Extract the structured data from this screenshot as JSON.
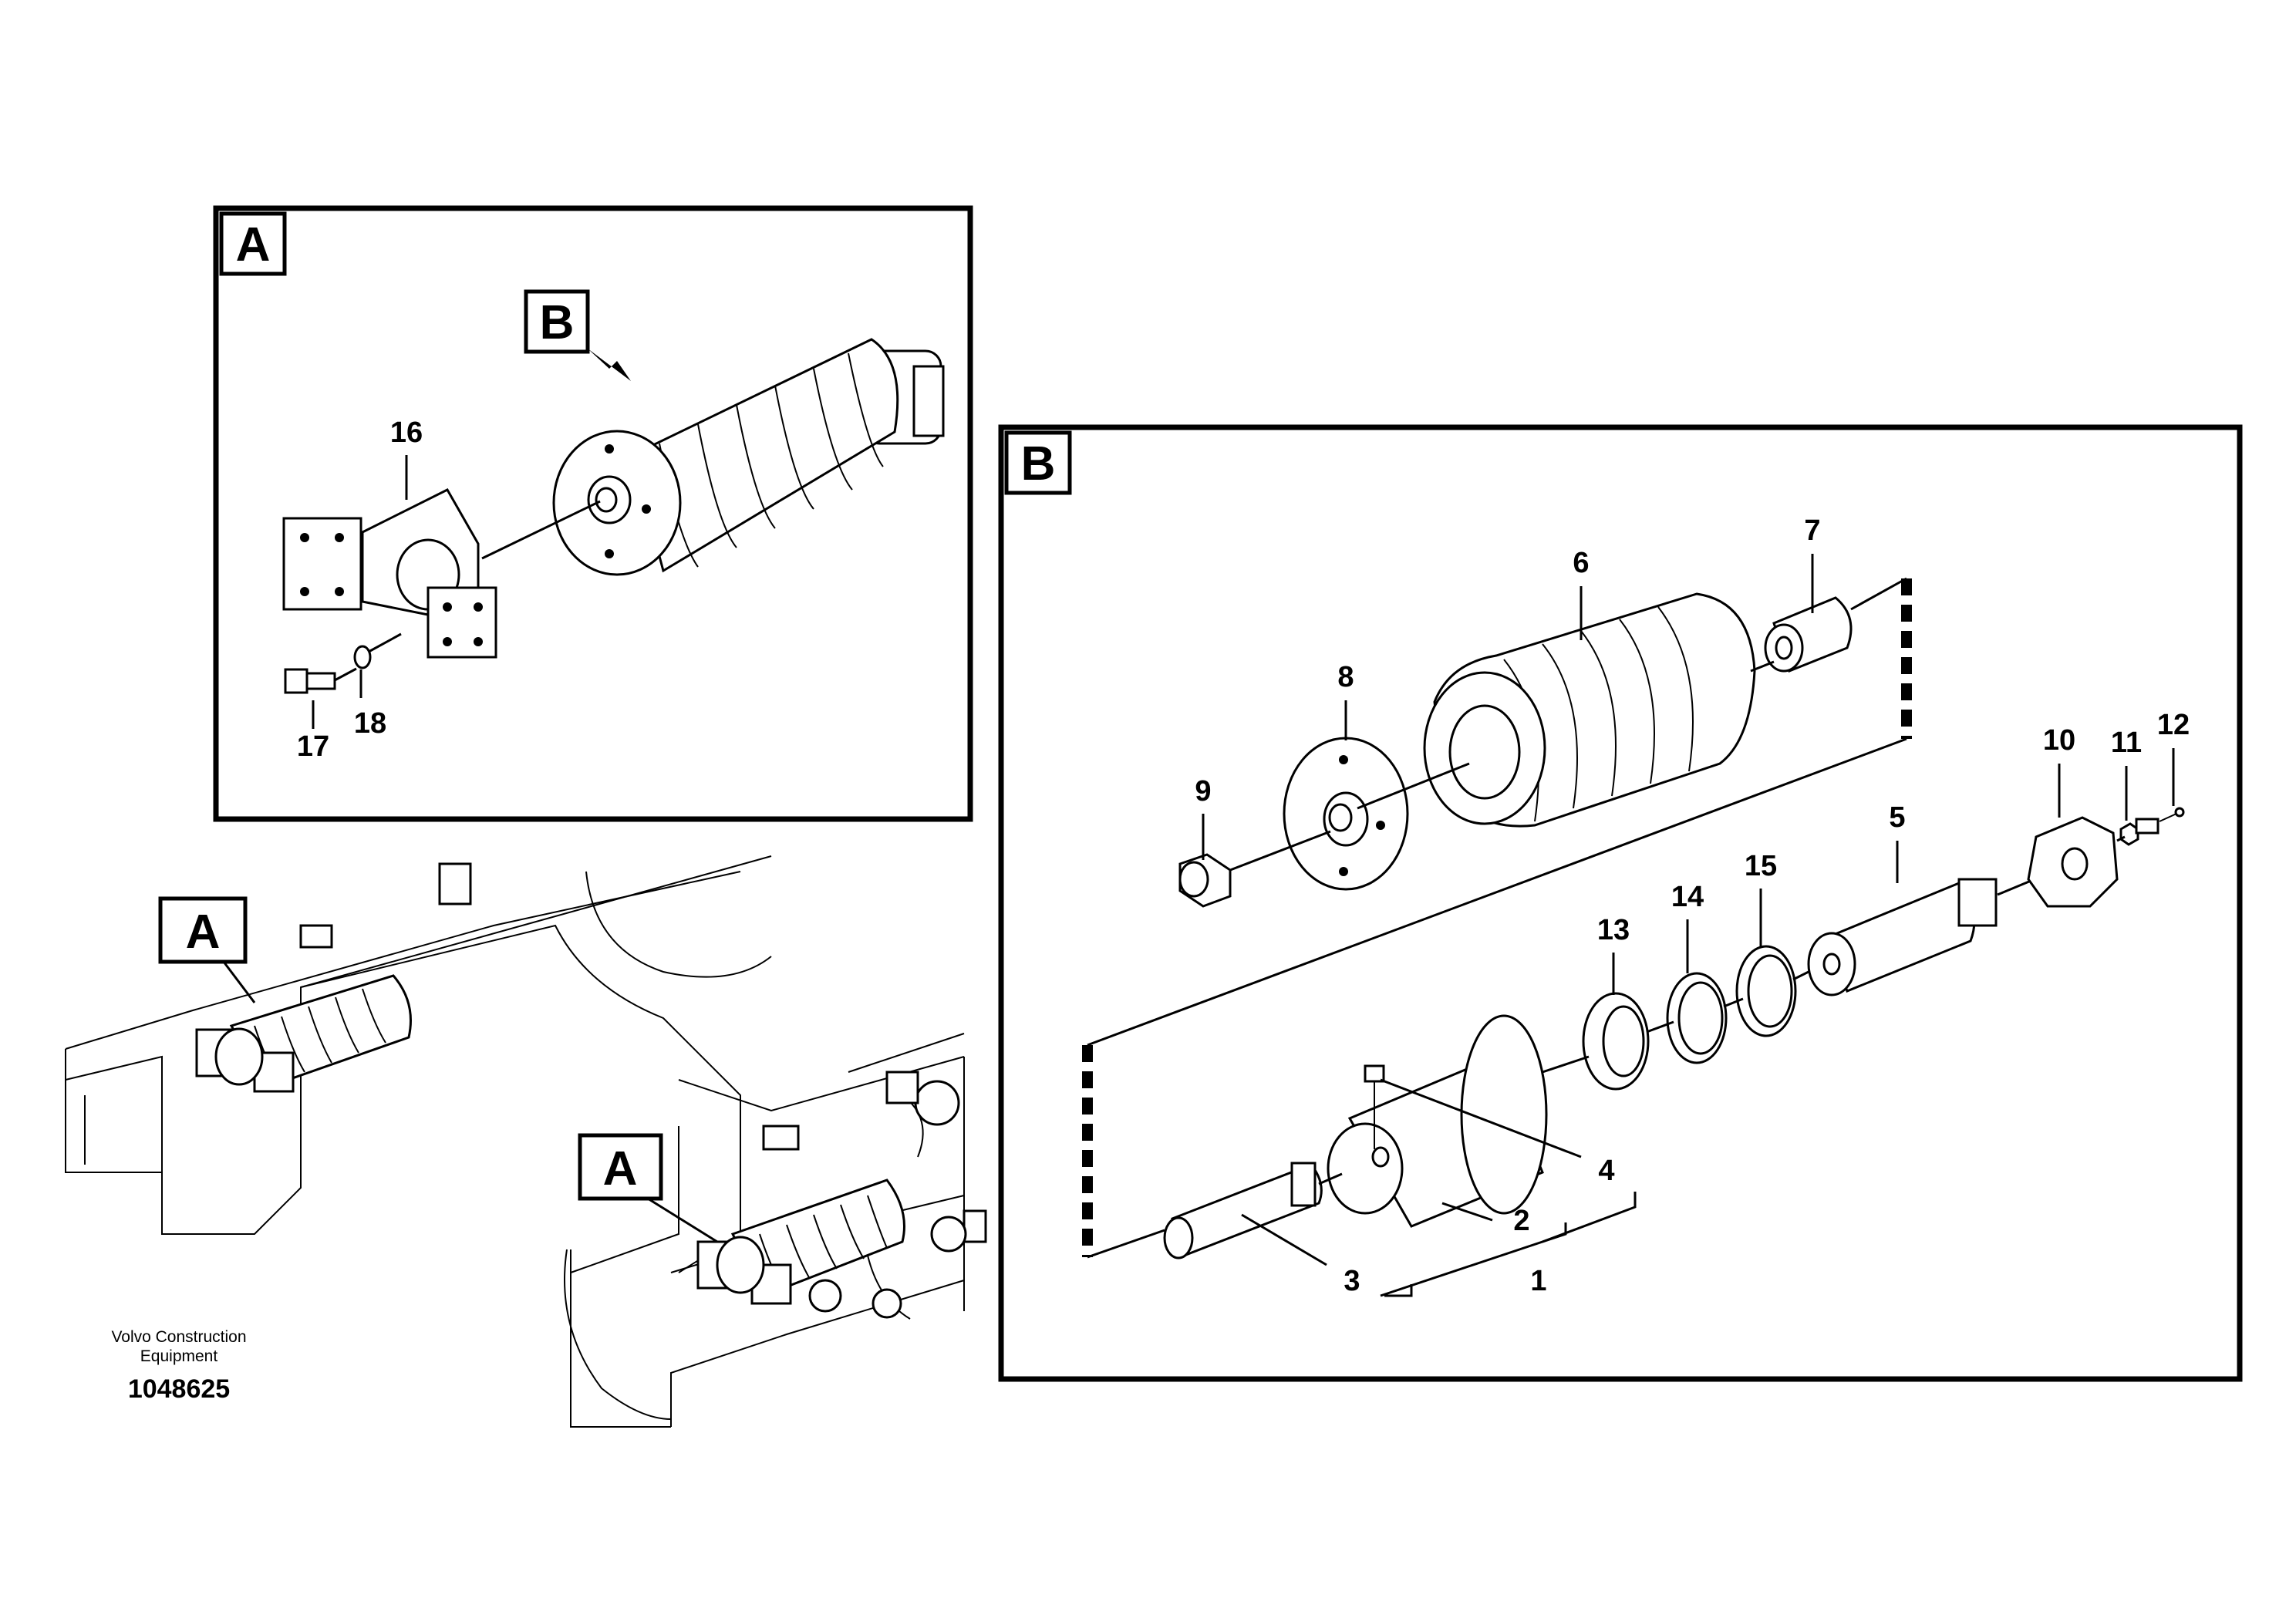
{
  "views": {
    "detail_a": {
      "tag": "A",
      "sub_tag": "B"
    },
    "detail_b": {
      "tag": "B"
    },
    "overview": {
      "tags": [
        "A",
        "A"
      ]
    }
  },
  "callouts": {
    "p1": "1",
    "p2": "2",
    "p3": "3",
    "p4": "4",
    "p5": "5",
    "p6": "6",
    "p7": "7",
    "p8": "8",
    "p9": "9",
    "p10": "10",
    "p11": "11",
    "p12": "12",
    "p13": "13",
    "p14": "14",
    "p15": "15",
    "p16": "16",
    "p17": "17",
    "p18": "18"
  },
  "footer": {
    "brand_line1": "Volvo Construction",
    "brand_line2": "Equipment",
    "document_number": "1048625"
  }
}
